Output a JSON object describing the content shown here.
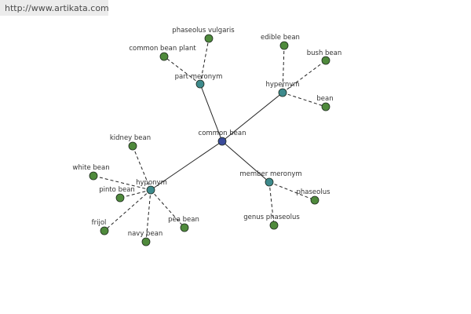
{
  "watermark": "http://www.artikata.com",
  "colors": {
    "center": "#3a4a9a",
    "relation": "#3d8a8c",
    "leaf": "#4f8a3c"
  },
  "nodes": [
    {
      "id": "center",
      "label": "common bean",
      "kind": "center"
    },
    {
      "id": "part_meronym",
      "label": "part meronym",
      "kind": "relation"
    },
    {
      "id": "hypernym",
      "label": "hypernym",
      "kind": "relation"
    },
    {
      "id": "hyponym",
      "label": "hyponym",
      "kind": "relation"
    },
    {
      "id": "member_meronym",
      "label": "member meronym",
      "kind": "relation"
    },
    {
      "id": "phaseolus_vulgaris",
      "label": "phaseolus vulgaris",
      "kind": "leaf"
    },
    {
      "id": "common_bean_plant",
      "label": "common bean plant",
      "kind": "leaf"
    },
    {
      "id": "edible_bean",
      "label": "edible bean",
      "kind": "leaf"
    },
    {
      "id": "bush_bean",
      "label": "bush bean",
      "kind": "leaf"
    },
    {
      "id": "bean",
      "label": "bean",
      "kind": "leaf"
    },
    {
      "id": "kidney_bean",
      "label": "kidney bean",
      "kind": "leaf"
    },
    {
      "id": "white_bean",
      "label": "white bean",
      "kind": "leaf"
    },
    {
      "id": "pinto_bean",
      "label": "pinto bean",
      "kind": "leaf"
    },
    {
      "id": "frijol",
      "label": "frijol",
      "kind": "leaf"
    },
    {
      "id": "navy_bean",
      "label": "navy bean",
      "kind": "leaf"
    },
    {
      "id": "pea_bean",
      "label": "pea bean",
      "kind": "leaf"
    },
    {
      "id": "phaseolus",
      "label": "phaseolus",
      "kind": "leaf"
    },
    {
      "id": "genus_phaseolus",
      "label": "genus phaseolus",
      "kind": "leaf"
    }
  ],
  "edges": [
    {
      "from": "center",
      "to": "part_meronym",
      "style": "solid"
    },
    {
      "from": "center",
      "to": "hypernym",
      "style": "solid"
    },
    {
      "from": "center",
      "to": "hyponym",
      "style": "solid"
    },
    {
      "from": "center",
      "to": "member_meronym",
      "style": "solid"
    },
    {
      "from": "part_meronym",
      "to": "phaseolus_vulgaris",
      "style": "dashed"
    },
    {
      "from": "part_meronym",
      "to": "common_bean_plant",
      "style": "dashed"
    },
    {
      "from": "hypernym",
      "to": "edible_bean",
      "style": "dashed"
    },
    {
      "from": "hypernym",
      "to": "bush_bean",
      "style": "dashed"
    },
    {
      "from": "hypernym",
      "to": "bean",
      "style": "dashed"
    },
    {
      "from": "hyponym",
      "to": "kidney_bean",
      "style": "dashed"
    },
    {
      "from": "hyponym",
      "to": "white_bean",
      "style": "dashed"
    },
    {
      "from": "hyponym",
      "to": "pinto_bean",
      "style": "dashed"
    },
    {
      "from": "hyponym",
      "to": "frijol",
      "style": "dashed"
    },
    {
      "from": "hyponym",
      "to": "navy_bean",
      "style": "dashed"
    },
    {
      "from": "hyponym",
      "to": "pea_bean",
      "style": "dashed"
    },
    {
      "from": "member_meronym",
      "to": "phaseolus",
      "style": "dashed"
    },
    {
      "from": "member_meronym",
      "to": "genus_phaseolus",
      "style": "dashed"
    }
  ]
}
